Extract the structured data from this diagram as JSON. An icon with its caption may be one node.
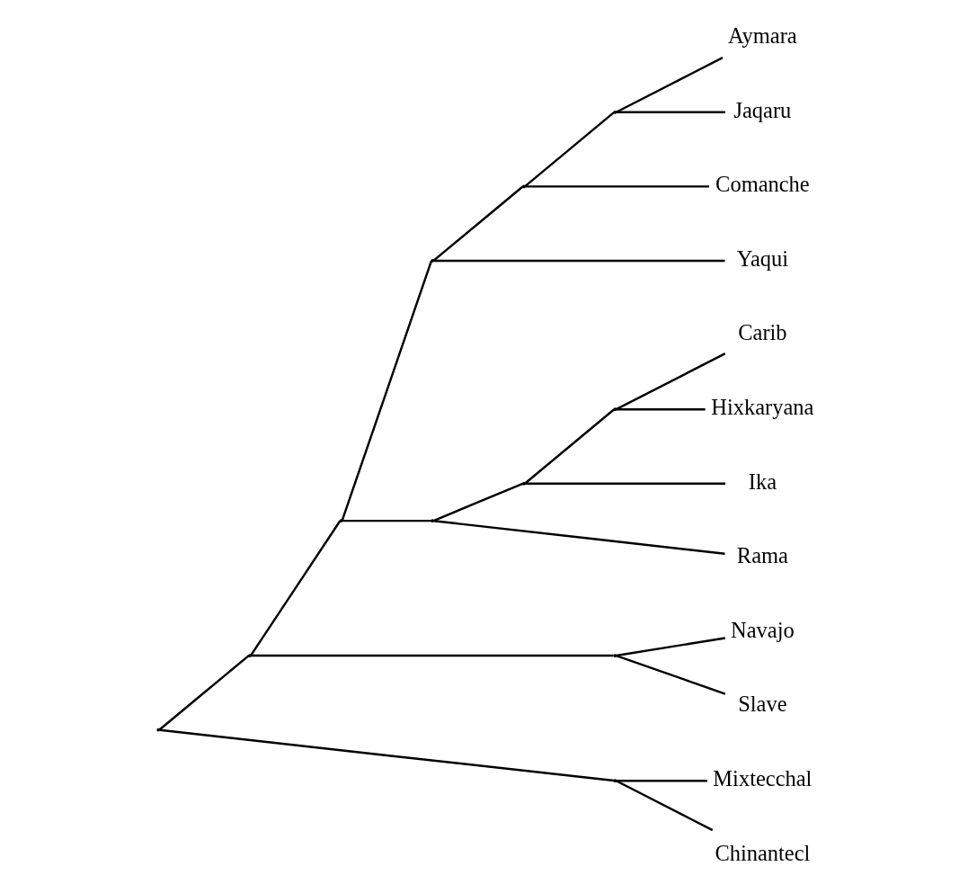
{
  "diagram": {
    "nodes": [
      {
        "text": [],
        "shape": "point"
      },
      {
        "text": [],
        "shape": "point"
      },
      {
        "text": [],
        "shape": "point"
      },
      {
        "text": [],
        "shape": "point"
      },
      {
        "text": [],
        "shape": "point"
      },
      {
        "text": [],
        "shape": "point"
      },
      {
        "text": [],
        "shape": "point"
      },
      {
        "text": [],
        "shape": "point"
      },
      {
        "text": [],
        "shape": "point"
      },
      {
        "text": [],
        "shape": "point"
      },
      {
        "text": [],
        "shape": "point"
      },
      {
        "text": [
          "Yaqui"
        ]
      },
      {
        "text": [
          "Comanche"
        ]
      },
      {
        "text": [
          "Aymara"
        ]
      },
      {
        "text": [
          "Jaqaru"
        ]
      },
      {
        "text": [
          "Rama"
        ]
      },
      {
        "text": [
          "Ika"
        ]
      },
      {
        "text": [
          "Carib"
        ]
      },
      {
        "text": [
          "Hixkaryana"
        ]
      },
      {
        "text": [
          "Navajo"
        ]
      },
      {
        "text": [
          "Slave"
        ]
      },
      {
        "text": [
          "Mixtecchal"
        ]
      },
      {
        "text": [
          "Chinantecl"
        ]
      }
    ],
    "edges": [
      {
        "from": 0,
        "to": 1,
        "arrow": "none"
      },
      {
        "from": 0,
        "to": 10,
        "arrow": "none"
      },
      {
        "from": 1,
        "to": 2,
        "arrow": "none"
      },
      {
        "from": 1,
        "to": 9,
        "arrow": "none"
      },
      {
        "from": 2,
        "to": 3,
        "arrow": "none"
      },
      {
        "from": 2,
        "to": 6,
        "arrow": "none"
      },
      {
        "from": 3,
        "to": 11,
        "arrow": "none"
      },
      {
        "from": 3,
        "to": 4,
        "arrow": "none"
      },
      {
        "from": 4,
        "to": 12,
        "arrow": "none"
      },
      {
        "from": 4,
        "to": 5,
        "arrow": "none"
      },
      {
        "from": 5,
        "to": 13,
        "arrow": "none"
      },
      {
        "from": 5,
        "to": 14,
        "arrow": "none"
      },
      {
        "from": 6,
        "to": 15,
        "arrow": "none"
      },
      {
        "from": 6,
        "to": 7,
        "arrow": "none"
      },
      {
        "from": 7,
        "to": 16,
        "arrow": "none"
      },
      {
        "from": 7,
        "to": 8,
        "arrow": "none"
      },
      {
        "from": 8,
        "to": 17,
        "arrow": "none"
      },
      {
        "from": 8,
        "to": 18,
        "arrow": "none"
      },
      {
        "from": 9,
        "to": 19,
        "arrow": "none"
      },
      {
        "from": 9,
        "to": 20,
        "arrow": "none"
      },
      {
        "from": 10,
        "to": 21,
        "arrow": "none"
      },
      {
        "from": 10,
        "to": 22,
        "arrow": "none"
      }
    ]
  }
}
